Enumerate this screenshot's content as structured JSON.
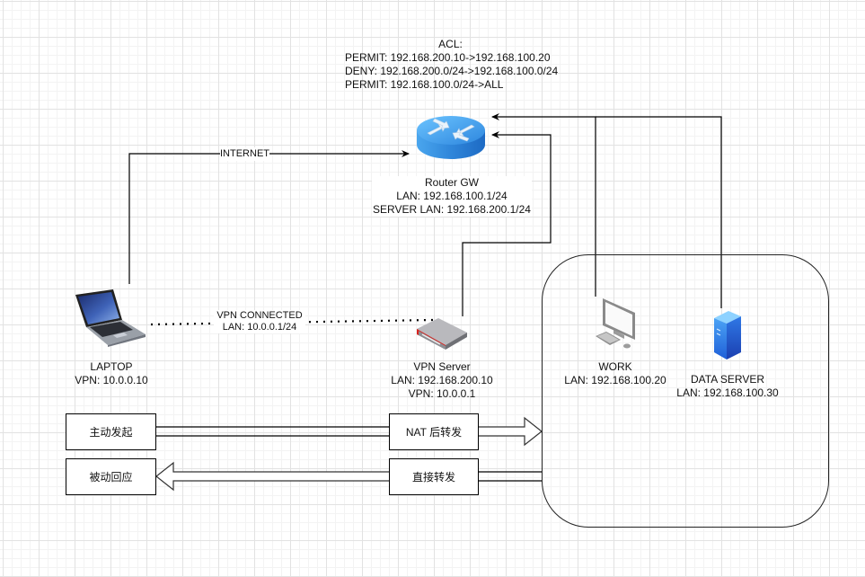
{
  "acl": {
    "title": "ACL:",
    "rules": [
      "PERMIT: 192.168.200.10->192.168.100.20",
      "DENY: 192.168.200.0/24->192.168.100.0/24",
      "PERMIT: 192.168.100.0/24->ALL"
    ]
  },
  "router": {
    "name": "Router GW",
    "lines": [
      "LAN: 192.168.100.1/24",
      "SERVER LAN: 192.168.200.1/24"
    ],
    "icon": "router-icon",
    "color": "#3a8fe0"
  },
  "laptop": {
    "name": "LAPTOP",
    "lines": [
      "VPN: 10.0.0.10"
    ],
    "icon": "laptop-icon"
  },
  "vpn_server": {
    "name": "VPN Server",
    "lines": [
      "LAN: 192.168.200.10",
      "VPN: 10.0.0.1"
    ],
    "icon": "vpn-appliance-icon",
    "accent": "#d9231f"
  },
  "vpn_link": {
    "lines": [
      "VPN CONNECTED",
      "LAN: 10.0.0.1/24"
    ]
  },
  "internet_link": {
    "label": "INTERNET"
  },
  "work": {
    "name": "WORK",
    "lines": [
      "LAN: 192.168.100.20"
    ],
    "icon": "desktop-computer-icon"
  },
  "data_server": {
    "name": "DATA SERVER",
    "lines": [
      "LAN: 192.168.100.30"
    ],
    "icon": "server-tower-icon",
    "color": "#2f6fe0"
  },
  "legend": {
    "initiate": "主动发起",
    "nat_forward": "NAT 后转发",
    "reply": "被动回应",
    "direct_forward": "直接转发"
  }
}
